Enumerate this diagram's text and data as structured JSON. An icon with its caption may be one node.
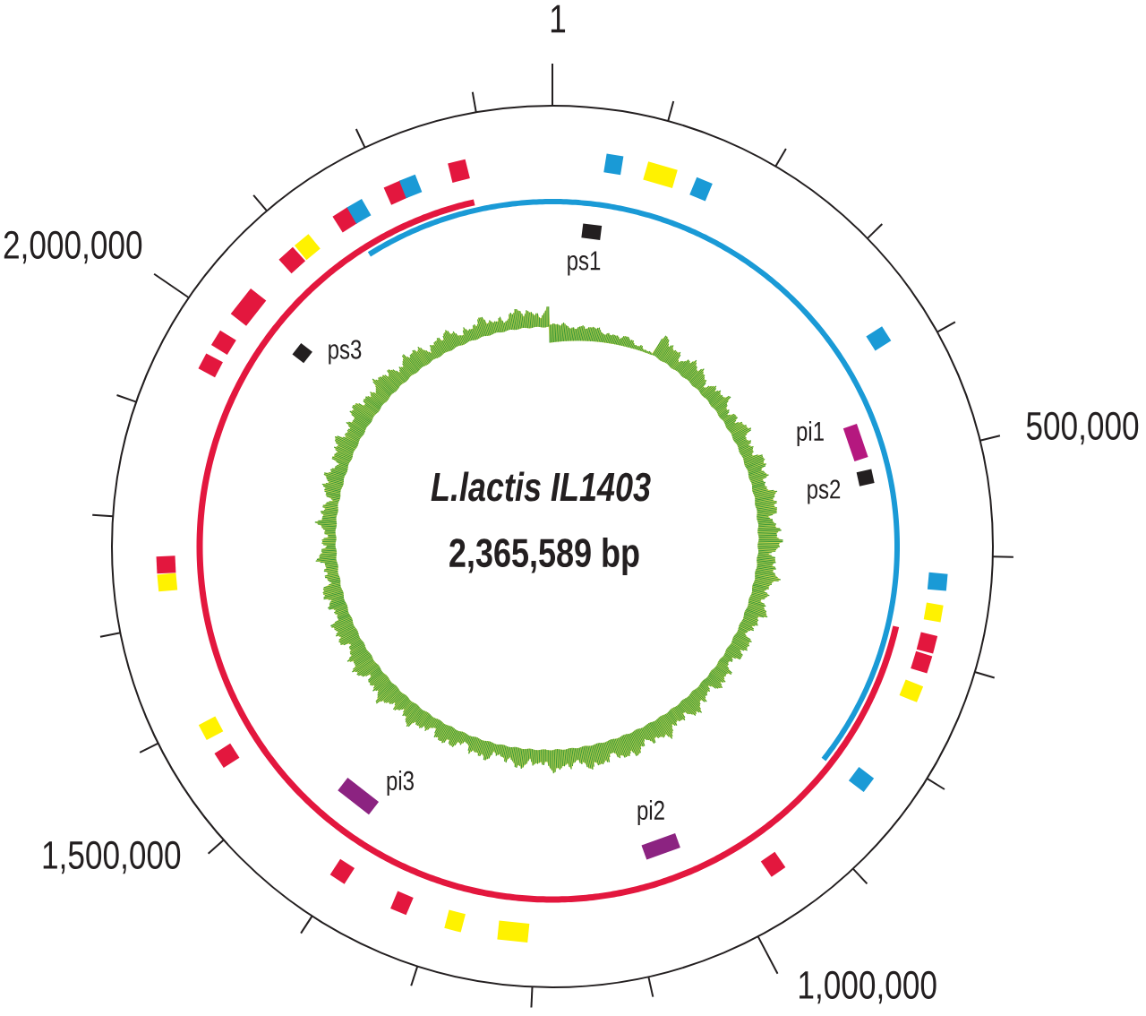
{
  "diagram": {
    "title": "L.lactis IL1403",
    "labels": [
      "1",
      "2,000,000",
      "ps1",
      "ps3",
      "pi1",
      "500,000",
      "ps2",
      "2,365,589 bp",
      "pi3",
      "pi2",
      "1,500,000",
      "1,000,000"
    ]
  }
}
